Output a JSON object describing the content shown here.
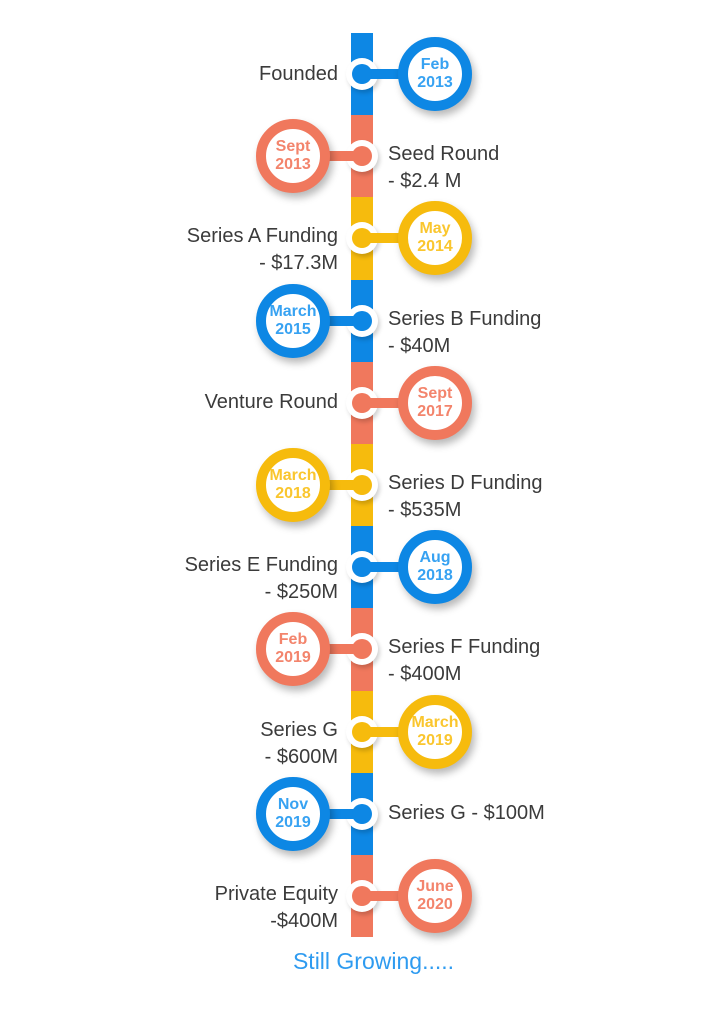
{
  "page": {
    "background": "#FFFFFF",
    "footer_text": "Still Growing....."
  },
  "colors": {
    "blue": "#0D87E4",
    "blue_text": "#37A2F2",
    "orange": "#F0785D",
    "orange_text": "#F3846C",
    "yellow": "#F6BB0D",
    "yellow_text": "#FAC62E",
    "label": "#3B3B3B",
    "footer": "#2E9BF0"
  },
  "timeline": {
    "events": [
      {
        "date": "Feb\n2013",
        "label": "Founded",
        "color": "blue",
        "side": "right"
      },
      {
        "date": "Sept\n2013",
        "label": "Seed Round\n- $2.4 M",
        "color": "orange",
        "side": "left"
      },
      {
        "date": "May\n2014",
        "label": "Series A Funding\n- $17.3M",
        "color": "yellow",
        "side": "right"
      },
      {
        "date": "March\n2015",
        "label": "Series B Funding\n- $40M",
        "color": "blue",
        "side": "left"
      },
      {
        "date": "Sept\n2017",
        "label": "Venture Round",
        "color": "orange",
        "side": "right"
      },
      {
        "date": "March\n2018",
        "label": "Series D Funding\n- $535M",
        "color": "yellow",
        "side": "left"
      },
      {
        "date": "Aug\n2018",
        "label": "Series E Funding\n- $250M",
        "color": "blue",
        "side": "right"
      },
      {
        "date": "Feb\n2019",
        "label": "Series F Funding\n- $400M",
        "color": "orange",
        "side": "left"
      },
      {
        "date": "March\n2019",
        "label": "Series G\n- $600M",
        "color": "yellow",
        "side": "right"
      },
      {
        "date": "Nov\n2019",
        "label": "Series G - $100M",
        "color": "blue",
        "side": "left"
      },
      {
        "date": "June\n2020",
        "label": "Private Equity\n-$400M",
        "color": "orange",
        "side": "right"
      }
    ]
  }
}
